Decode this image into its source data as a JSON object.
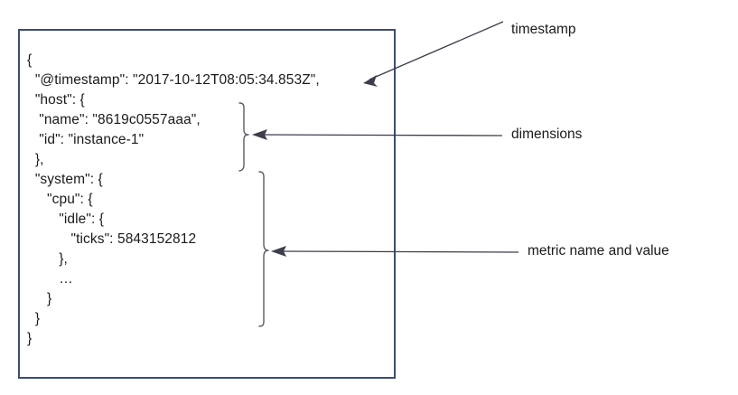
{
  "diagram": {
    "title": "JSON metric document with callout annotations",
    "box": {
      "border_color": "#3b4c7a",
      "background": "#ffffff"
    },
    "json_document": {
      "text": "{\n  \"@timestamp\": \"2017-10-12T08:05:34.853Z\",\n  \"host\": {\n   \"name\": \"8619c0557aaa\",\n   \"id\": \"instance-1\"\n  },\n  \"system\": {\n     \"cpu\": {\n        \"idle\": {\n           \"ticks\": 5843152812\n        },\n        …\n     }\n  }\n}",
      "lines": [
        "{",
        "  \"@timestamp\": \"2017-10-12T08:05:34.853Z\",",
        "  \"host\": {",
        "   \"name\": \"8619c0557aaa\",",
        "   \"id\": \"instance-1\"",
        "  },",
        "  \"system\": {",
        "     \"cpu\": {",
        "        \"idle\": {",
        "           \"ticks\": 5843152812",
        "        },",
        "        …",
        "     }",
        "  }",
        "}"
      ],
      "fields": {
        "timestamp_key": "@timestamp",
        "timestamp_value": "2017-10-12T08:05:34.853Z",
        "host_name_key": "name",
        "host_name_value": "8619c0557aaa",
        "host_id_key": "id",
        "host_id_value": "instance-1",
        "metric_key": "ticks",
        "metric_value": "5843152812",
        "metric_path": "system.cpu.idle.ticks",
        "ellipsis": "…"
      }
    },
    "annotations": [
      {
        "id": "timestamp",
        "label": "timestamp",
        "pointer": "diagonal-arrow",
        "target": "@timestamp line"
      },
      {
        "id": "dimensions",
        "label": "dimensions",
        "pointer": "horizontal-arrow-with-brace",
        "target": "host object"
      },
      {
        "id": "metric",
        "label": "metric name and value",
        "pointer": "horizontal-arrow-with-brace",
        "target": "system object"
      }
    ],
    "colors": {
      "box_border": "#3b4c7a",
      "text": "#1a1a1a",
      "arrow": "#3d3d4d",
      "brace": "#5a5a6a"
    }
  }
}
